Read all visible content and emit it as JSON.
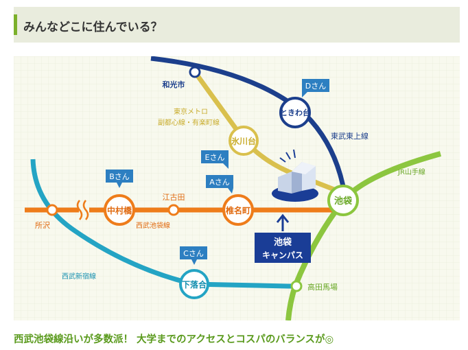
{
  "header": {
    "title": "みんなどこに住んでいる？"
  },
  "map": {
    "lines": {
      "tobu_tojo": "東武東上線",
      "tokyo_metro": "東京メトロ",
      "fukutoshin": "副都心線・有楽町線",
      "jr_yamanote": "JR山手線",
      "seibu_ikebukuro": "西武池袋線",
      "seibu_shinjuku": "西武新宿線"
    },
    "stations": {
      "wakoshi": "和光市",
      "tokiwadai": "ときわ台",
      "hikawadai": "氷川台",
      "ikebukuro": "池袋",
      "tokorozawa": "所沢",
      "nakamurabashi": "中村橋",
      "egota": "江古田",
      "shiinamachi": "椎名町",
      "shimoochiai": "下落合",
      "takadanobaba": "高田馬場"
    },
    "people": {
      "a": "Aさん",
      "b": "Bさん",
      "c": "Cさん",
      "d": "Dさん",
      "e": "Eさん"
    },
    "campus": {
      "line1": "池袋",
      "line2": "キャンパス"
    },
    "colors": {
      "tojo": "#1c3f8c",
      "fukutoshin": "#d9c04d",
      "ikebukuro_line": "#ee7c1a",
      "shinjuku_line": "#24a4c4",
      "yamanote": "#8cc63f",
      "tag": "#2d7fc1",
      "campus": "#1a3d96"
    }
  },
  "caption": "西武池袋線沿いが多数派！ 大学までのアクセスとコスパのバランスが◎"
}
